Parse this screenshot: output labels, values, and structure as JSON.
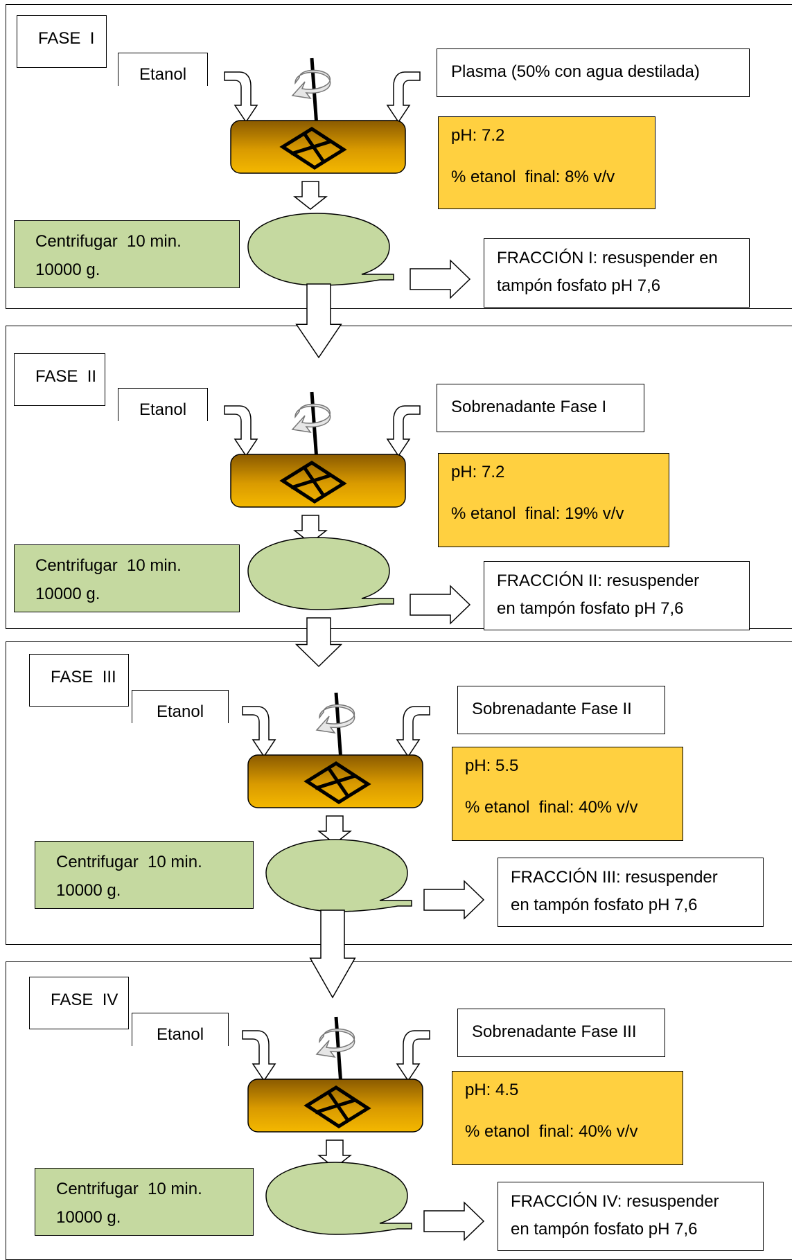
{
  "phases": [
    {
      "label": "FASE  I",
      "ethanol": "Etanol",
      "input": "Plasma (50% con agua destilada)",
      "ph": "pH: 7.2",
      "ethanol_final": "% etanol  final: 8% v/v",
      "centrifuge_line1": "Centrifugar  10 min.",
      "centrifuge_line2": "10000 g.",
      "fraction_line1": "FRACCIÓN I: resuspender en",
      "fraction_line2": "tampón fosfato pH 7,6"
    },
    {
      "label": "FASE  II",
      "ethanol": "Etanol",
      "input": "Sobrenadante Fase I",
      "ph": "pH: 7.2",
      "ethanol_final": "% etanol  final: 19% v/v",
      "centrifuge_line1": "Centrifugar  10 min.",
      "centrifuge_line2": "10000 g.",
      "fraction_line1": "FRACCIÓN II: resuspender",
      "fraction_line2": "en tampón fosfato pH 7,6"
    },
    {
      "label": "FASE  III",
      "ethanol": "Etanol",
      "input": "Sobrenadante Fase II",
      "ph": "pH: 5.5",
      "ethanol_final": "% etanol  final: 40% v/v",
      "centrifuge_line1": "Centrifugar  10 min.",
      "centrifuge_line2": "10000 g.",
      "fraction_line1": "FRACCIÓN III: resuspender",
      "fraction_line2": "en tampón fosfato pH 7,6"
    },
    {
      "label": "FASE  IV",
      "ethanol": "Etanol",
      "input": "Sobrenadante Fase III",
      "ph": "pH: 4.5",
      "ethanol_final": "% etanol  final: 40% v/v",
      "centrifuge_line1": "Centrifugar  10 min.",
      "centrifuge_line2": "10000 g.",
      "fraction_line1": "FRACCIÓN IV: resuspender",
      "fraction_line2": "en tampón fosfato pH 7,6"
    }
  ],
  "colors": {
    "conditions_fill": "#ffd040",
    "centrifuge_fill": "#c5d9a0",
    "pellet_fill": "#c5d9a0",
    "tank_top": "#8a5a00",
    "tank_bottom": "#f4b800"
  }
}
